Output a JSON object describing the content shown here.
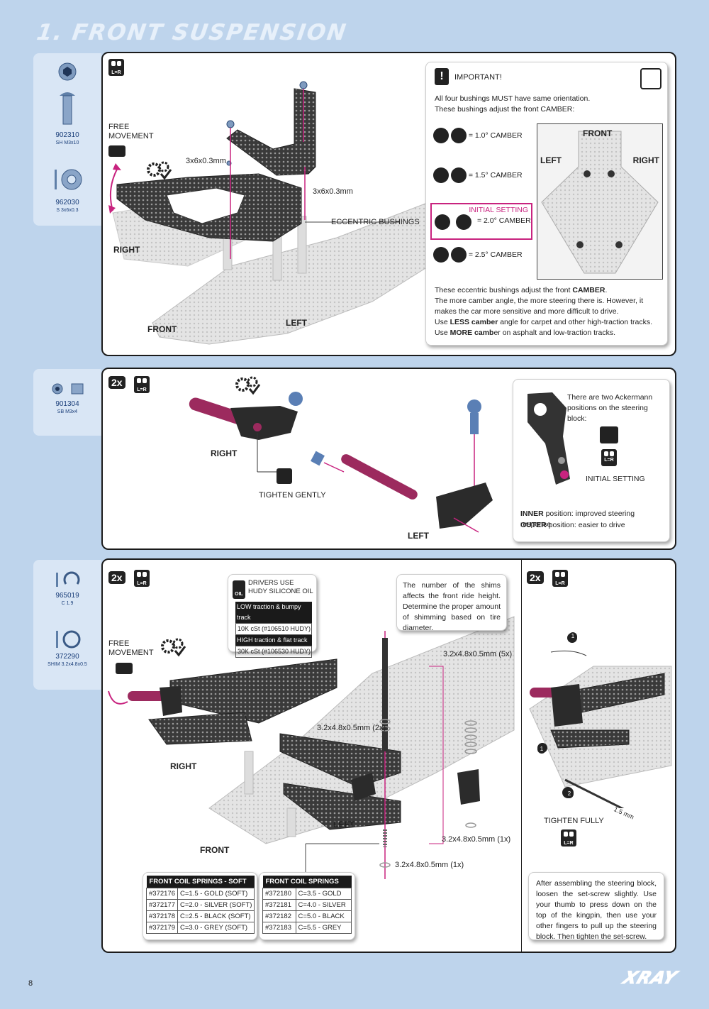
{
  "page": {
    "title": "1. FRONT SUSPENSION",
    "page_number": "8",
    "brand": "XRAY"
  },
  "colors": {
    "accent": "#c8237f",
    "panel_bg": "#bed4ec",
    "sidebar_bg": "#d9e6f5"
  },
  "icons": [
    "info-icon",
    "detail-magnifier-icon",
    "l-equals-r-icon",
    "wrench-gear-check-icon",
    "free-movement-icon"
  ],
  "section1": {
    "parts": [
      {
        "code": "902310",
        "desc": "SH M3x10"
      },
      {
        "code": "962030",
        "desc": "S 3x6x0.3"
      }
    ],
    "labels": {
      "free_movement": "FREE\nMOVEMENT",
      "shim_a": "3x6x0.3mm",
      "shim_b": "3x6x0.3mm",
      "eccentric": "ECCENTRIC BUSHINGS",
      "right": "RIGHT",
      "left": "LEFT",
      "front": "FRONT"
    },
    "important": {
      "heading": "IMPORTANT!",
      "line1": "All four bushings MUST have same orientation.",
      "line2": "These bushings adjust the front CAMBER:",
      "settings": [
        "= 1.0° CAMBER",
        "= 1.5° CAMBER",
        "= 2.0° CAMBER",
        "= 2.5° CAMBER"
      ],
      "initial_setting": "INITIAL SETTING",
      "inset_front": "FRONT",
      "inset_left": "LEFT",
      "inset_right": "RIGHT",
      "note1_a": "These eccentric bushings adjust the front ",
      "note1_b": "CAMBER",
      "note1_c": ".",
      "note2": "The more camber angle, the more steering there is. However, it makes the car more sensitive and more difficult to drive.",
      "note3_a": "Use ",
      "note3_b": "LESS camber",
      "note3_c": " angle for carpet and other high-traction tracks.",
      "note4_a": "Use ",
      "note4_b": "MORE camb",
      "note4_c": "er on asphalt and low-traction tracks."
    }
  },
  "section2": {
    "parts": [
      {
        "code": "901304",
        "desc": "SB M3x4"
      }
    ],
    "badge": "2x",
    "labels": {
      "right": "RIGHT",
      "left": "LEFT",
      "tighten": "TIGHTEN GENTLY"
    },
    "callout": {
      "text": "There are two Ackermann positions on the steering block:",
      "initial": "INITIAL SETTING",
      "inner_b": "INNER",
      "inner": " position: improved steering response",
      "outer_b": "OUTER",
      "outer": " position: easier to drive"
    }
  },
  "section3": {
    "parts": [
      {
        "code": "965019",
        "desc": "C 1.9"
      },
      {
        "code": "372290",
        "desc": "SHIM 3.2x4.8x0.5"
      }
    ],
    "badge": "2x",
    "oil": {
      "title": "DRIVERS USE HUDY SILICONE OIL",
      "oil_tag": "OIL",
      "rows": [
        {
          "head": "LOW traction & bumpy track",
          "value": "10K cSt (#106510 HUDY)"
        },
        {
          "head": "HIGH traction & flat track",
          "value": "30K cSt (#106530 HUDY)"
        }
      ]
    },
    "shims_note": "The number of the shims affects the front ride height. Determine the proper amount of shimming based on tire diameter.",
    "labels": {
      "free_movement": "FREE\nMOVEMENT",
      "shim_5x": "3.2x4.8x0.5mm (5x)",
      "shim_2x": "3.2x4.8x0.5mm (2x)",
      "shim_1x_a": "3.2x4.8x0.5mm (1x)",
      "shim_1x_b": "3.2x4.8x0.5mm (1x)",
      "right": "RIGHT",
      "left": "LEFT",
      "front": "FRONT",
      "tighten_fully": "TIGHTEN FULLY",
      "wrench_size": "1.5 mm",
      "step1": "1",
      "step2": "2"
    },
    "springs_soft": {
      "title": "FRONT COIL SPRINGS - SOFT",
      "rows": [
        [
          "#372176",
          "C=1.5 - GOLD (SOFT)"
        ],
        [
          "#372177",
          "C=2.0 - SILVER (SOFT)"
        ],
        [
          "#372178",
          "C=2.5 - BLACK (SOFT)"
        ],
        [
          "#372179",
          "C=3.0 - GREY (SOFT)"
        ]
      ]
    },
    "springs": {
      "title": "FRONT COIL SPRINGS",
      "rows": [
        [
          "#372180",
          "C=3.5 - GOLD"
        ],
        [
          "#372181",
          "C=4.0 - SILVER"
        ],
        [
          "#372182",
          "C=5.0 - BLACK"
        ],
        [
          "#372183",
          "C=5.5 - GREY"
        ]
      ]
    },
    "kingpin_note": "After assembling the steering block, loosen the set-screw slightly. Use your thumb to press down on the top of the kingpin, then use your other fingers to pull up the steering block. Then tighten the set-screw."
  }
}
